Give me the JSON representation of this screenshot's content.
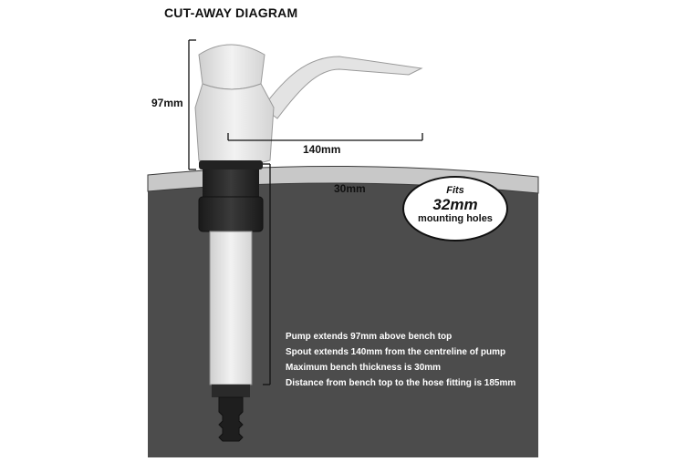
{
  "title": "CUT-AWAY DIAGRAM",
  "dimensions": {
    "height_label": "97mm",
    "spout_label": "140mm",
    "thickness_label": "30mm"
  },
  "badge": {
    "line1": "Fits",
    "line2": "32mm",
    "line3": "mounting holes"
  },
  "notes": [
    "Pump extends 97mm above bench top",
    "Spout extends 140mm from the centreline of pump",
    "Maximum bench thickness is 30mm",
    "Distance from bench top to the hose fitting is 185mm"
  ],
  "colors": {
    "bench_interior": "#4c4c4c",
    "bench_surface": "#c9c9c9",
    "pump_body": "#e8e8e8",
    "fitting": "#262626"
  }
}
